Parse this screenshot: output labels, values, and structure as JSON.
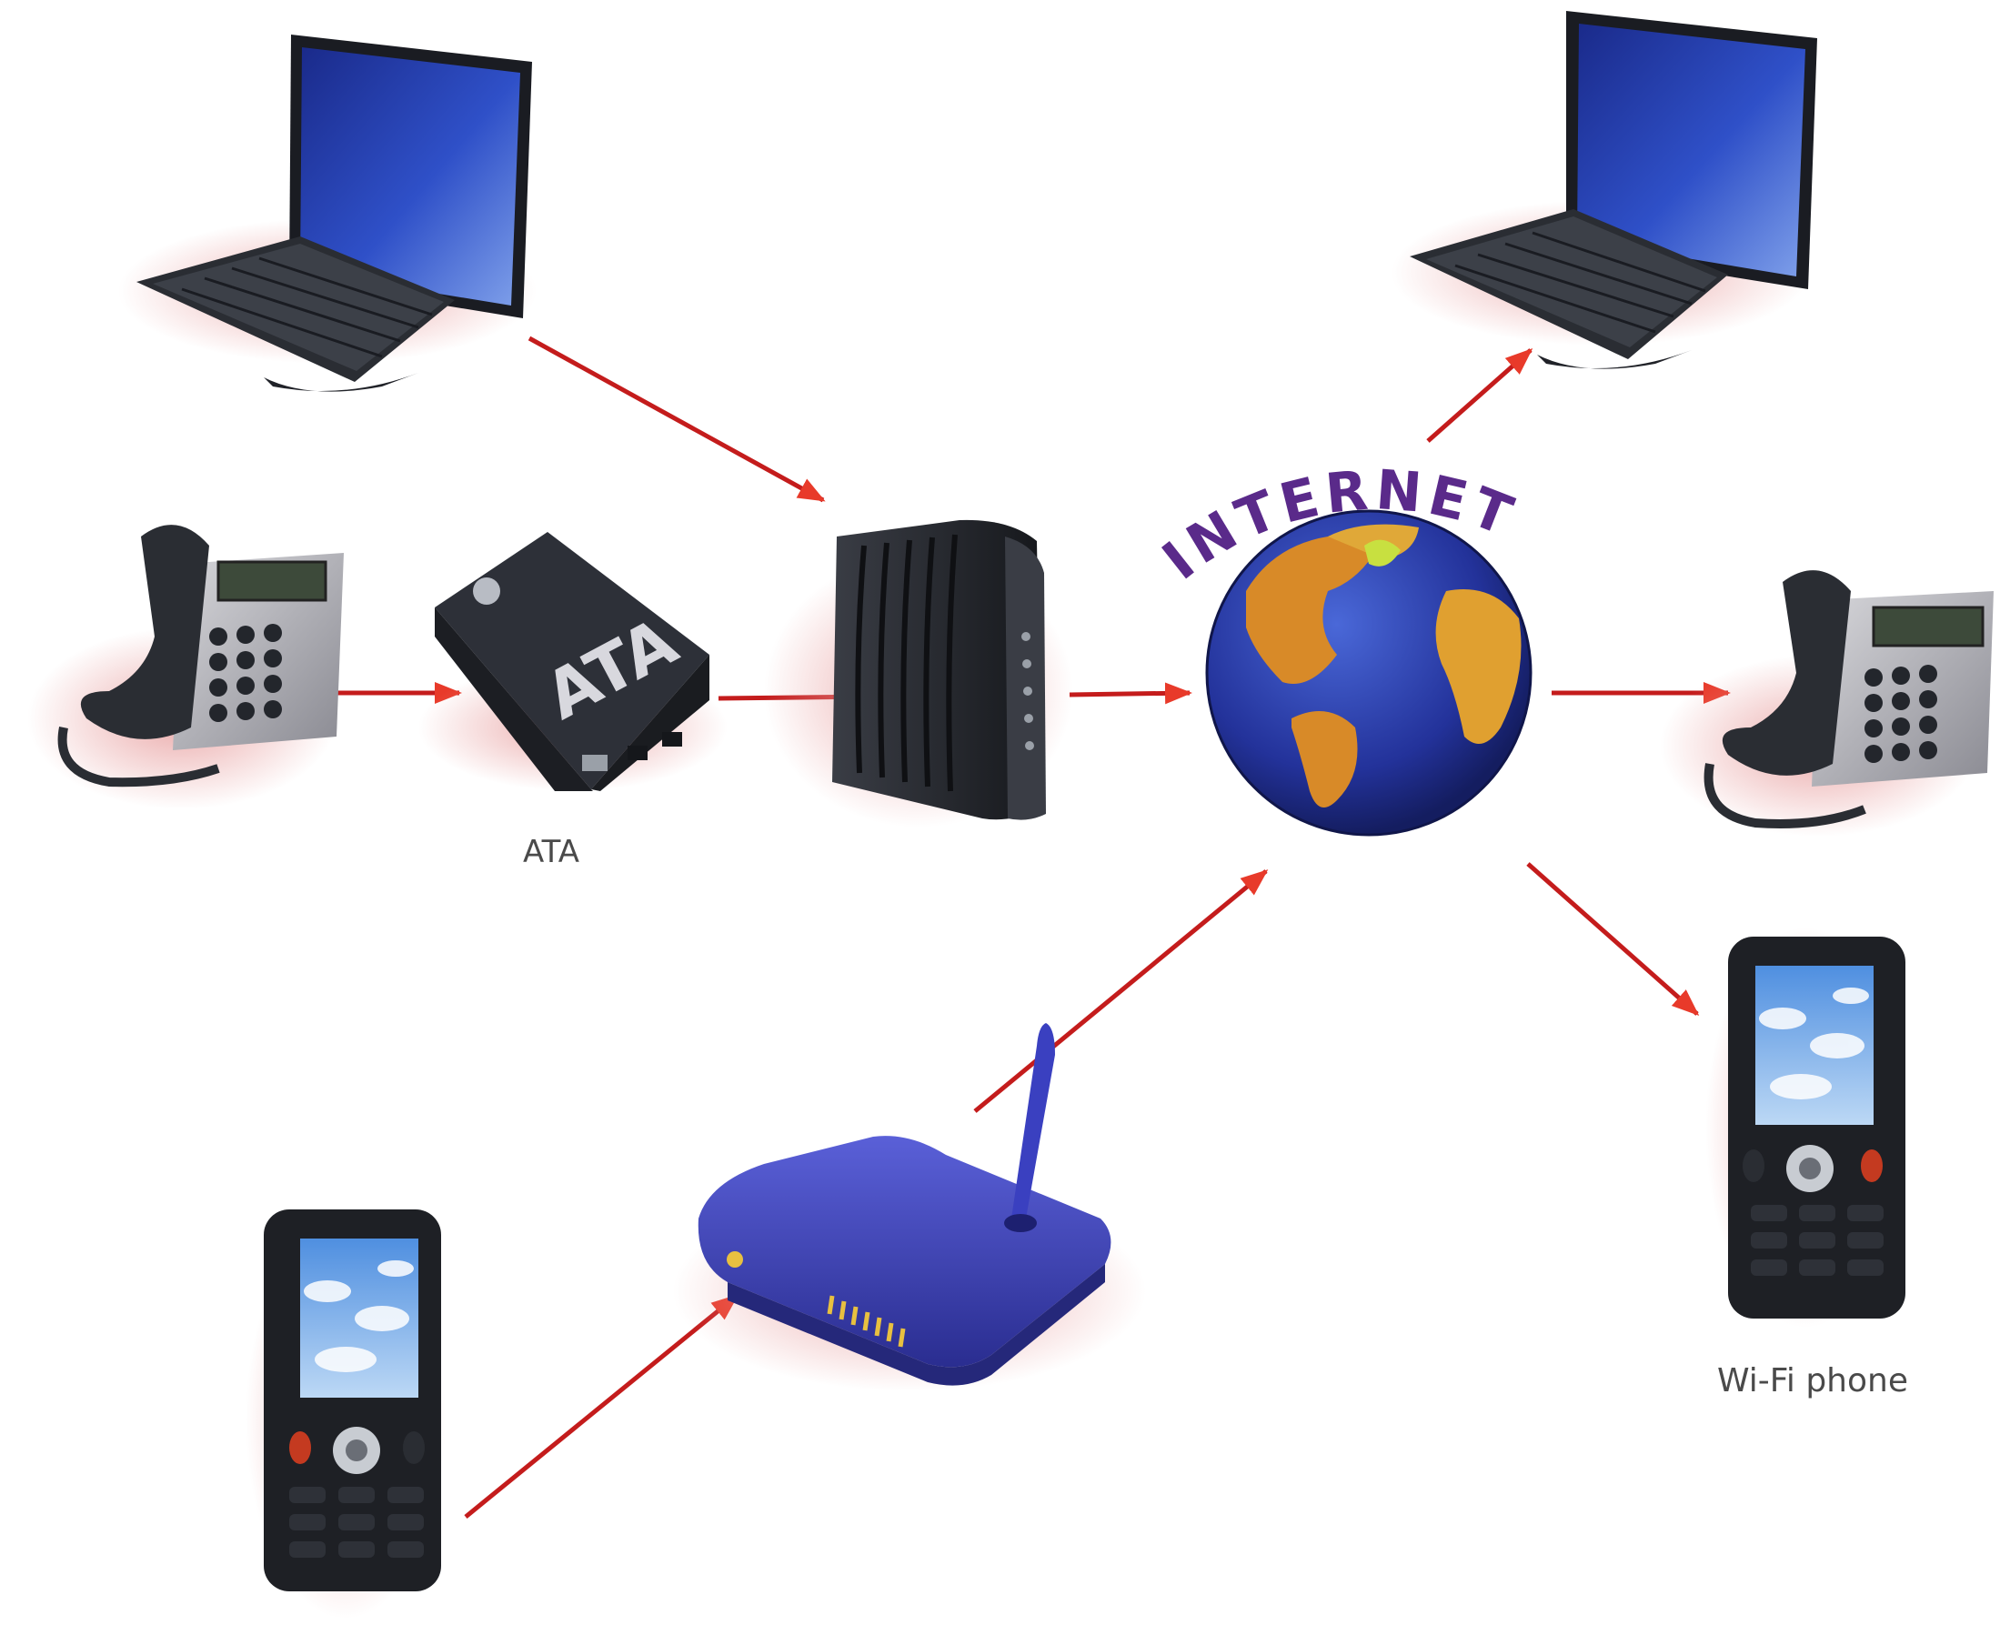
{
  "globe": {
    "title": "INTERNET"
  },
  "labels": {
    "ata": "ATA",
    "ata_box": "ATA",
    "wifi_phone": "Wi-Fi phone"
  },
  "colors": {
    "arrow": "#d42020",
    "arrow_head": "#e83a2a",
    "globe_text": "#5a2a8a",
    "ocean": "#2a3fa8",
    "land": "#e0a030",
    "device_dark": "#2a2d33",
    "router_blue": "#3a3fb0",
    "shadow": "#e8a8a8"
  },
  "icons": [
    "desktop-computer-icon",
    "desk-phone-icon",
    "ata-adapter-icon",
    "cable-modem-icon",
    "globe-icon",
    "wireless-router-icon",
    "mobile-phone-icon"
  ]
}
